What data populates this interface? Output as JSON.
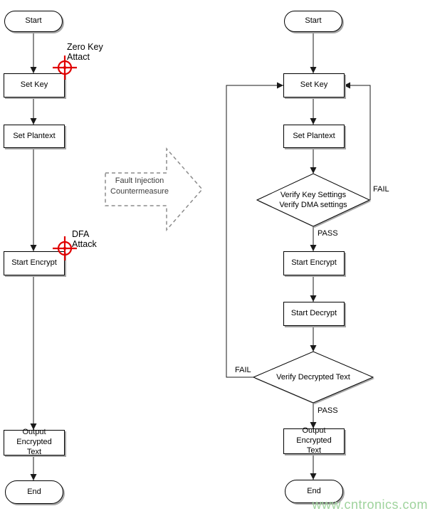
{
  "colors": {
    "attack_red": "#e00000",
    "watermark_green": "#9fd39d",
    "box_shadow_gray": "#a6a6a6",
    "dashed_arrow_gray": "#8c8c8c"
  },
  "left_chart": {
    "start": "Start",
    "set_key": "Set Key",
    "set_plantext": "Set Plantext",
    "start_encrypt": "Start Encrypt",
    "output": "Output Encrypted\nText",
    "end": "End",
    "attack1": "Zero Key\nAttact",
    "attack2": "DFA\nAttack"
  },
  "transform_arrow": {
    "label": "Fault Injection\nCountermeasure"
  },
  "right_chart": {
    "start": "Start",
    "set_key": "Set Key",
    "set_plantext": "Set Plantext",
    "verify_key": "Verify Key Settings\nVerify DMA settings",
    "fail1": "FAIL",
    "pass1": "PASS",
    "start_encrypt": "Start Encrypt",
    "start_decrypt": "Start Decrypt",
    "verify_decrypted": "Verify Decrypted Text",
    "fail2": "FAIL",
    "pass2": "PASS",
    "output": "Output Encrypted\nText",
    "end": "End"
  },
  "watermark": "www.cntronics.com"
}
